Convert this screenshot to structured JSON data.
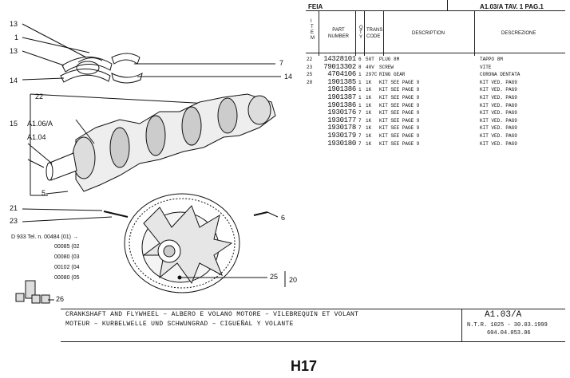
{
  "header": {
    "brand": "FEIA",
    "ref": "A1.03/A TAV. 1 PAG.1",
    "col_item": "I T E M",
    "col_part": "PART NUMBER",
    "col_qty": "Q T Y",
    "col_trans": "TRANS CODE",
    "col_desc": "DESCRIPTION",
    "col_descit": "DESCREZIONE"
  },
  "parts": [
    {
      "item": "22",
      "part": "14328101",
      "qty": "6",
      "trans": "50T",
      "desc": "PLUG 8M",
      "descit": "TAPPO 8M"
    },
    {
      "item": "23",
      "part": "79013302",
      "qty": "8",
      "trans": "40V",
      "desc": "SCREW",
      "descit": "VITE"
    },
    {
      "item": "25",
      "part": "4704106",
      "qty": "1",
      "trans": "297C",
      "desc": "RING GEAR",
      "descit": "CORONA DENTATA"
    },
    {
      "item": "28",
      "part": "1901385",
      "qty": "1",
      "trans": "1K",
      "desc": "KIT SEE PAGE 9",
      "descit": "KIT VED. PAG9"
    },
    {
      "item": "",
      "part": "1901386",
      "qty": "1",
      "trans": "1K",
      "desc": "KIT SEE PAGE 9",
      "descit": "KIT VED. PAG9"
    },
    {
      "item": "",
      "part": "1901387",
      "qty": "1",
      "trans": "1K",
      "desc": "KIT SEE PAGE 9",
      "descit": "KIT VED. PAG9"
    },
    {
      "item": "",
      "part": "1901386",
      "qty": "1",
      "trans": "1K",
      "desc": "KIT SEE PAGE 9",
      "descit": "KIT VED. PAG9"
    },
    {
      "item": "",
      "part": "1930176",
      "qty": "7",
      "trans": "1K",
      "desc": "KIT SEE PAGE 9",
      "descit": "KIT VED. PAG9"
    },
    {
      "item": "",
      "part": "1930177",
      "qty": "7",
      "trans": "1K",
      "desc": "KIT SEE PAGE 9",
      "descit": "KIT VED. PAG9"
    },
    {
      "item": "",
      "part": "1930178",
      "qty": "7",
      "trans": "1K",
      "desc": "KIT SEE PAGE 9",
      "descit": "KIT VED. PAG9"
    },
    {
      "item": "",
      "part": "1930179",
      "qty": "7",
      "trans": "1K",
      "desc": "KIT SEE PAGE 9",
      "descit": "KIT VED. PAG9"
    },
    {
      "item": "",
      "part": "1930180",
      "qty": "7",
      "trans": "1K",
      "desc": "KIT SEE PAGE 9",
      "descit": "KIT VED. PAG9"
    }
  ],
  "callouts": {
    "c13a": "13",
    "c1": "1",
    "c13b": "13",
    "c14a": "14",
    "c7": "7",
    "c14b": "14",
    "c22": "22",
    "c15": "15",
    "a106": "A1.06/A",
    "a104": "A1.04",
    "c5": "5",
    "c21": "21",
    "c23": "23",
    "c6": "6",
    "c25": "25",
    "c20": "20",
    "c26": "26"
  },
  "diagram_notes": {
    "d933": "D 933 Tel. n. 00484 (01) →",
    "r2": "00085 (02",
    "r3": "00080 (03",
    "r4": "00102 (04",
    "r5": "00080 (05"
  },
  "footer": {
    "line1": "CRANKSHAFT AND FLYWHEEL  –  ALBERO E VOLANO MOTORE  –  VILEBREQUIN ET VOLANT",
    "line2": "MOTEUR  –  KURBELWELLE UND SCHWUNGRAD  –  CIGUEÑAL Y VOLANTE",
    "code": "A1.03/A",
    "ntr": "N.T.R. 1025 - 30.03.1999",
    "ref2": "604.04.053.06",
    "page": "H17"
  }
}
